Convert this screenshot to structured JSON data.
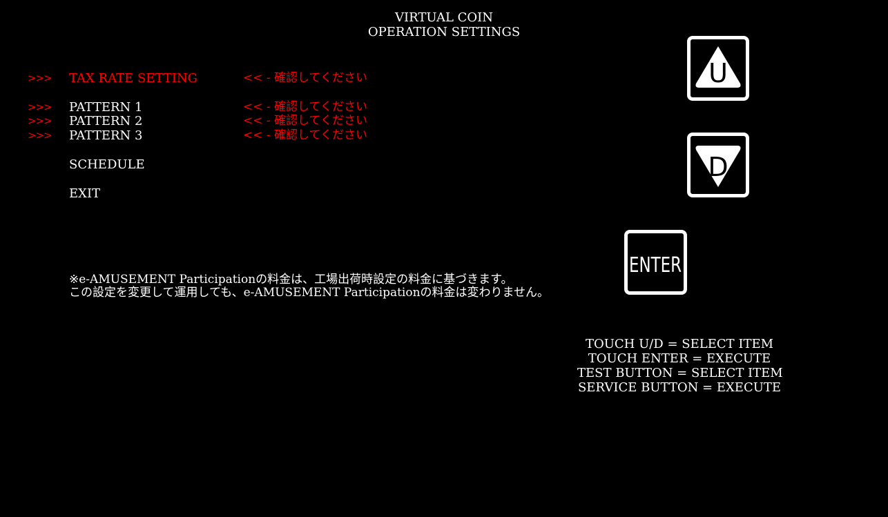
{
  "header": {
    "title_line1": "VIRTUAL COIN",
    "title_line2": "OPERATION SETTINGS"
  },
  "menu": {
    "items": [
      {
        "marker": ">>>",
        "label": "TAX RATE SETTING",
        "note": "<< - 確認してください",
        "selected": true
      },
      {
        "marker": ">>>",
        "label": "PATTERN 1",
        "note": "<< - 確認してください",
        "selected": false
      },
      {
        "marker": ">>>",
        "label": "PATTERN 2",
        "note": "<< - 確認してください",
        "selected": false
      },
      {
        "marker": ">>>",
        "label": "PATTERN 3",
        "note": "<< - 確認してください",
        "selected": false
      },
      {
        "label": "SCHEDULE"
      },
      {
        "label": "EXIT"
      }
    ]
  },
  "info": {
    "line1": "※e-AMUSEMENT Participationの料金は、工場出荷時設定の料金に基づきます。",
    "line2": "この設定を変更して運用しても、e-AMUSEMENT Participationの料金は変わりません。"
  },
  "buttons": {
    "up": "U",
    "down": "D",
    "enter": "ENTER"
  },
  "help": [
    "TOUCH U/D = SELECT ITEM",
    "TOUCH ENTER = EXECUTE",
    "TEST BUTTON = SELECT ITEM",
    "SERVICE BUTTON = EXECUTE"
  ],
  "colors": {
    "highlight": "#ff0000",
    "text": "#ffffff",
    "background": "#000000"
  }
}
